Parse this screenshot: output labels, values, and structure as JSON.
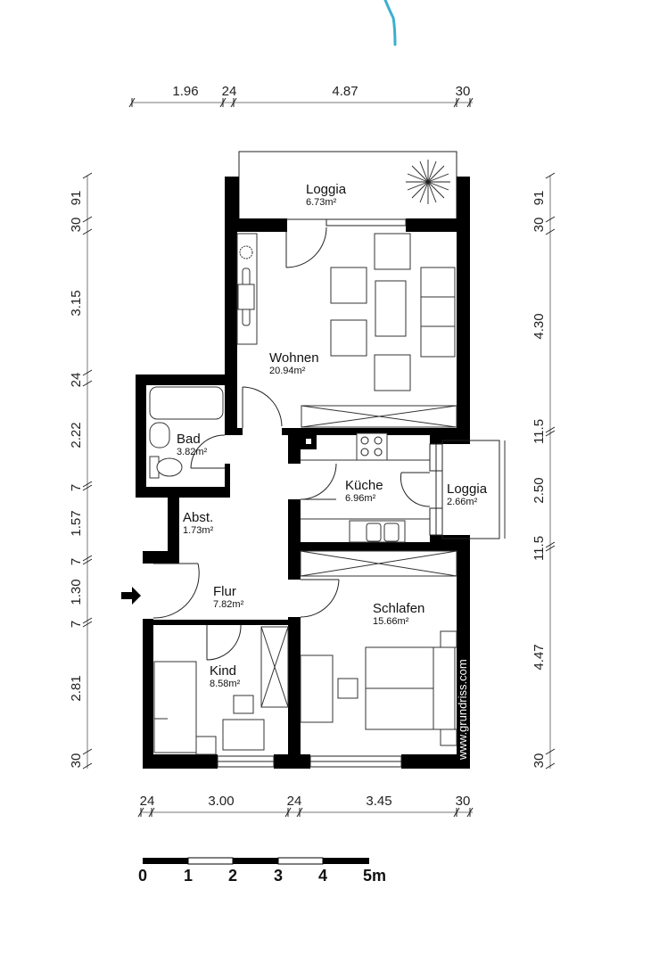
{
  "title": "Floor plan",
  "annotation_color": "#3ab0d0",
  "wall_color": "#000000",
  "dimensions": {
    "top": [
      "1.96",
      "24",
      "4.87",
      "30"
    ],
    "bottom": [
      "24",
      "3.00",
      "24",
      "3.45",
      "30"
    ],
    "left": [
      "91",
      "30",
      "3.15",
      "24",
      "2.22",
      "7",
      "1.57",
      "7",
      "1.30",
      "7",
      "2.81",
      "30"
    ],
    "right": [
      "91",
      "30",
      "4.30",
      "11.5",
      "2.50",
      "11.5",
      "4.47",
      "30"
    ]
  },
  "rooms": [
    {
      "name": "Loggia",
      "area": "6.73m²"
    },
    {
      "name": "Wohnen",
      "area": "20.94m²"
    },
    {
      "name": "Bad",
      "area": "3.82m²"
    },
    {
      "name": "Küche",
      "area": "6.96m²"
    },
    {
      "name": "Loggia",
      "area": "2.66m²"
    },
    {
      "name": "Abst.",
      "area": "1.73m²"
    },
    {
      "name": "Flur",
      "area": "7.82m²"
    },
    {
      "name": "Schlafen",
      "area": "15.66m²"
    },
    {
      "name": "Kind",
      "area": "8.58m²"
    }
  ],
  "scale_bar": {
    "labels": [
      "0",
      "1",
      "2",
      "3",
      "4",
      "5m"
    ]
  },
  "watermark": "www.grundriss.com",
  "entrance_icon": "arrow-right-icon"
}
